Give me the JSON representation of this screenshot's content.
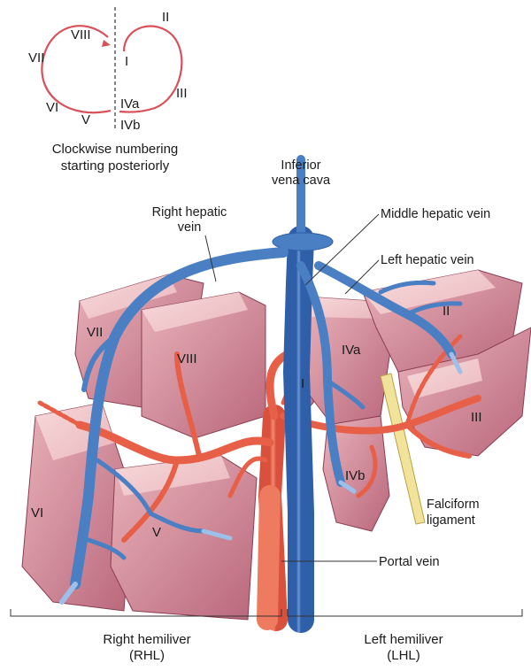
{
  "inset": {
    "segments": [
      "II",
      "VIII",
      "VII",
      "I",
      "III",
      "VI",
      "IVa",
      "V",
      "IVb"
    ],
    "caption_line1": "Clockwise numbering",
    "caption_line2": "starting posteriorly"
  },
  "labels": {
    "ivc_line1": "Inferior",
    "ivc_line2": "vena cava",
    "rhv_line1": "Right hepatic",
    "rhv_line2": "vein",
    "mhv": "Middle hepatic vein",
    "lhv": "Left hepatic vein",
    "falciform_line1": "Falciform",
    "falciform_line2": "ligament",
    "portal": "Portal vein"
  },
  "liver_segments": {
    "vii": "VII",
    "viii": "VIII",
    "i": "I",
    "iva": "IVa",
    "ii": "II",
    "iii": "III",
    "vi": "VI",
    "v": "V",
    "ivb": "IVb"
  },
  "bottom": {
    "rhl_line1": "Right hemiliver",
    "rhl_line2": "(RHL)",
    "lhl_line1": "Left hemiliver",
    "lhl_line2": "(LHL)"
  },
  "colors": {
    "liver": "#c77a8c",
    "liver_light": "#f0c8cb",
    "vein": "#4a7fc4",
    "portal": "#ea6a52",
    "falciform": "#f2e39a"
  }
}
